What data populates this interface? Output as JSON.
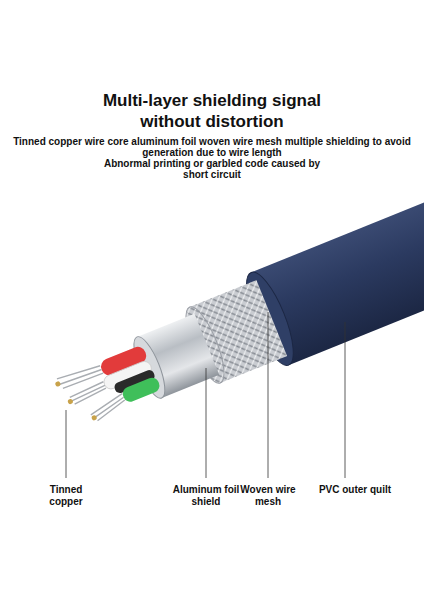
{
  "diagram": {
    "title": "Multi-layer shielding signal without distortion",
    "labels": [
      "Tinned copper wire core aluminum foil woven wire mesh multiple shielding to avoid generation due to wire length",
      "Abnormal printing or garbled code caused by short circuit",
      "Tinned copper",
      "Aluminum foil shield",
      "Woven wire mesh",
      "PVC outer quilt"
    ]
  }
}
